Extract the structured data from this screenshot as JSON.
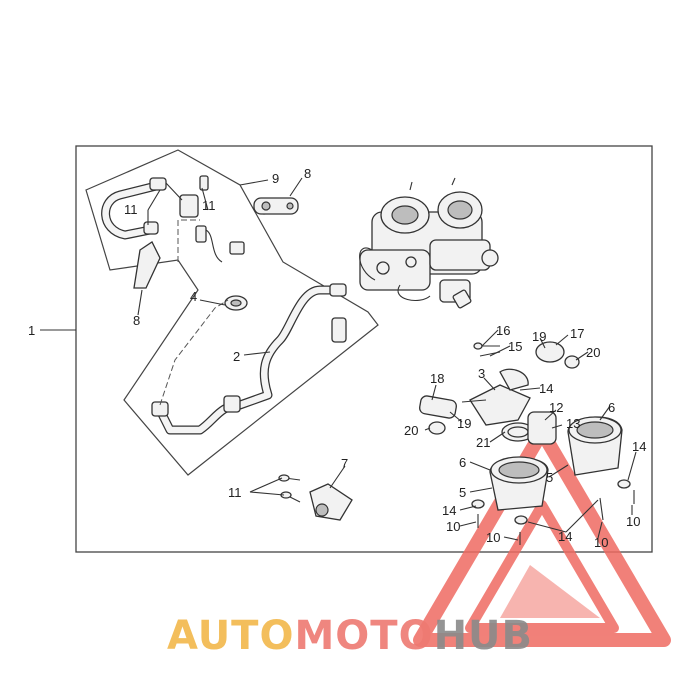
{
  "callouts": {
    "c1": "1",
    "c2": "2",
    "c3": "3",
    "c4": "4",
    "c5a": "5",
    "c5b": "5",
    "c6a": "6",
    "c6b": "6",
    "c7": "7",
    "c8a": "8",
    "c8b": "8",
    "c9": "9",
    "c10a": "10",
    "c10b": "10",
    "c10c": "10",
    "c10d": "10",
    "c11a": "11",
    "c11b": "11",
    "c11c": "11",
    "c12": "12",
    "c13": "13",
    "c14a": "14",
    "c14b": "14",
    "c14c": "14",
    "c14d": "14",
    "c15": "15",
    "c16": "16",
    "c17": "17",
    "c18": "18",
    "c19a": "19",
    "c19b": "19",
    "c20a": "20",
    "c20b": "20",
    "c21": "21"
  },
  "watermark": {
    "part1": "AUTO",
    "part2": "MOTO",
    "part3": "HUB",
    "color1": "#f2b84b",
    "color2": "#ee7a72",
    "color3": "#8a8a8a",
    "triangle_color": "#ef6b62"
  }
}
